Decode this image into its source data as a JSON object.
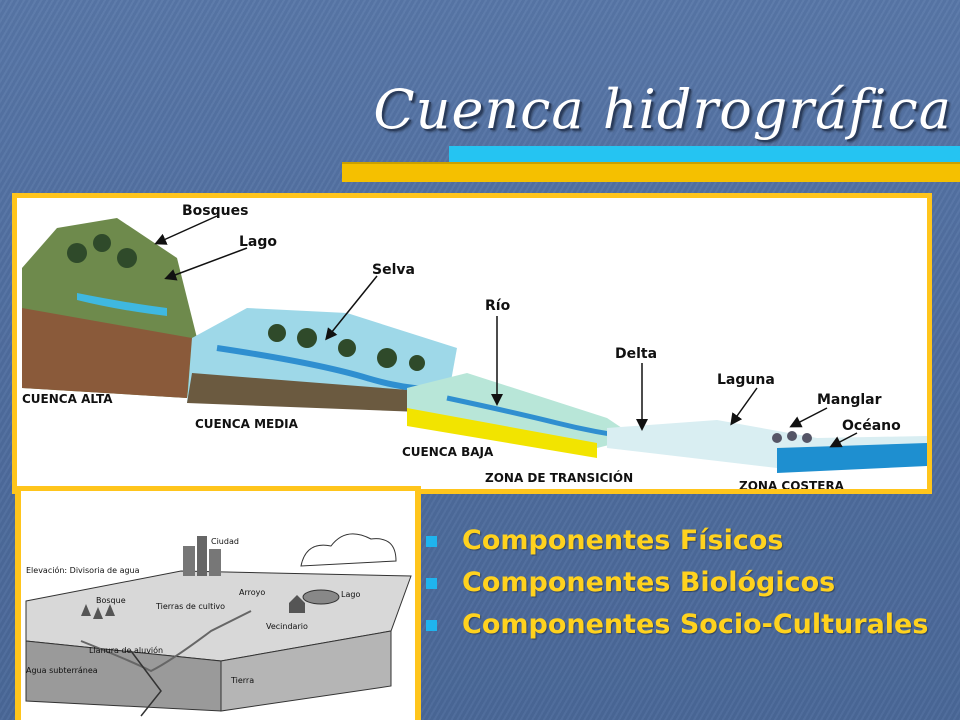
{
  "slide": {
    "title": "Cuenca hidrográfica",
    "colors": {
      "background": "#5273a3",
      "accent_gold": "#ffc51c",
      "accent_blue": "#25c4f2",
      "bullet_text": "#ffd21e"
    }
  },
  "main_diagram": {
    "labels": {
      "bosques": "Bosques",
      "lago": "Lago",
      "selva": "Selva",
      "rio": "Río",
      "delta": "Delta",
      "laguna": "Laguna",
      "manglar": "Manglar",
      "oceano": "Océano",
      "cuenca_alta": "CUENCA ALTA",
      "cuenca_media": "CUENCA MEDIA",
      "cuenca_baja": "CUENCA BAJA",
      "zona_transicion": "ZONA DE TRANSICIÓN",
      "zona_costera": "ZONA COSTERA"
    }
  },
  "small_diagram": {
    "labels": {
      "ciudad": "Ciudad",
      "elevacion": "Elevación: Divisoria de agua",
      "bosque": "Bosque",
      "tierras": "Tierras de cultivo",
      "arroyo": "Arroyo",
      "lago": "Lago",
      "vecindario": "Vecindario",
      "llanura": "Llanura de aluvión",
      "agua_sub": "Agua subterránea",
      "tierra": "Tierra"
    }
  },
  "bullets": [
    "Componentes Físicos",
    "Componentes Biológicos",
    "Componentes Socio-Culturales"
  ]
}
